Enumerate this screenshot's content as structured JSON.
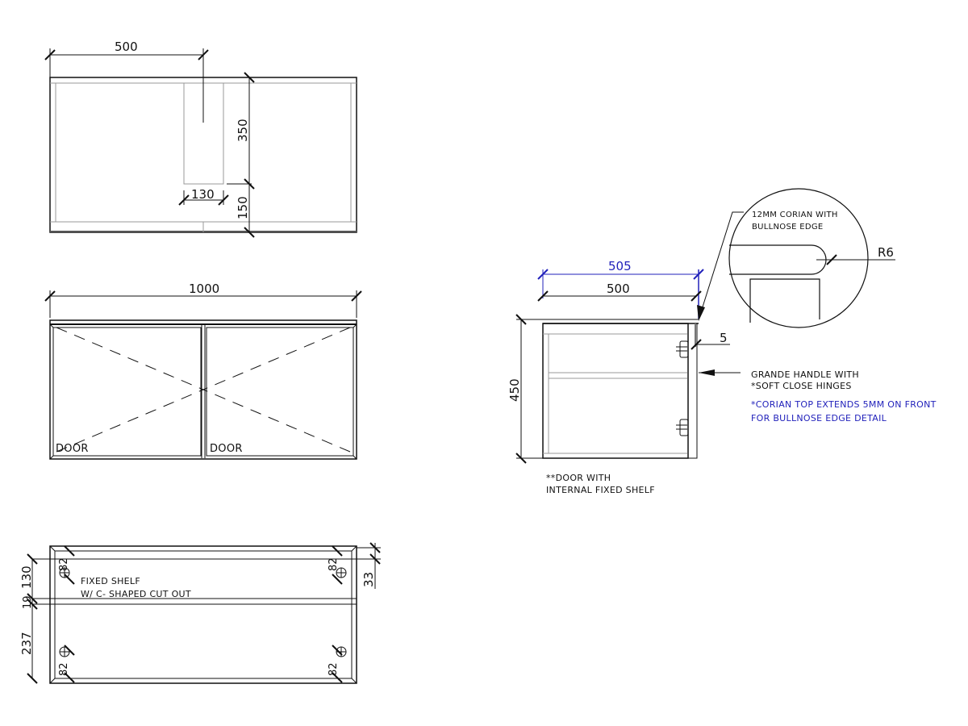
{
  "drawing": {
    "top_view": {
      "dims": {
        "width_to_center": "500",
        "cutout_depth": "350",
        "cutout_width": "130",
        "front_offset": "150"
      }
    },
    "front_view": {
      "dims": {
        "overall_width": "1000"
      },
      "door_labels": [
        "DOOR",
        "DOOR"
      ]
    },
    "interior_view": {
      "dims": {
        "top_section": "130",
        "shelf_thickness": "19",
        "bottom_section": "237",
        "hinge_offset_tl": "82",
        "hinge_offset_tr": "82",
        "hinge_offset_bl": "82",
        "hinge_offset_br": "82",
        "top_offset": "33"
      },
      "shelf_note_line1": "FIXED SHELF",
      "shelf_note_line2": "W/ C- SHAPED CUT OUT"
    },
    "side_view": {
      "dims": {
        "top_depth": "505",
        "carcass_depth": "500",
        "height": "450",
        "overhang": "5"
      },
      "door_note_line1": "**DOOR WITH",
      "door_note_line2": "INTERNAL FIXED SHELF",
      "handle_note_line1": "GRANDE HANDLE WITH",
      "handle_note_line2": "*SOFT CLOSE HINGES",
      "corian_note_line1": "*CORIAN TOP EXTENDS 5MM ON FRONT",
      "corian_note_line2": "FOR BULLNOSE EDGE DETAIL"
    },
    "detail_bubble": {
      "label_line1": "12MM CORIAN WITH",
      "label_line2": "BULLNOSE EDGE",
      "radius": "R6"
    }
  },
  "colors": {
    "line": "#111111",
    "inner_line": "#999999",
    "annotation_blue": "#2222bb"
  }
}
